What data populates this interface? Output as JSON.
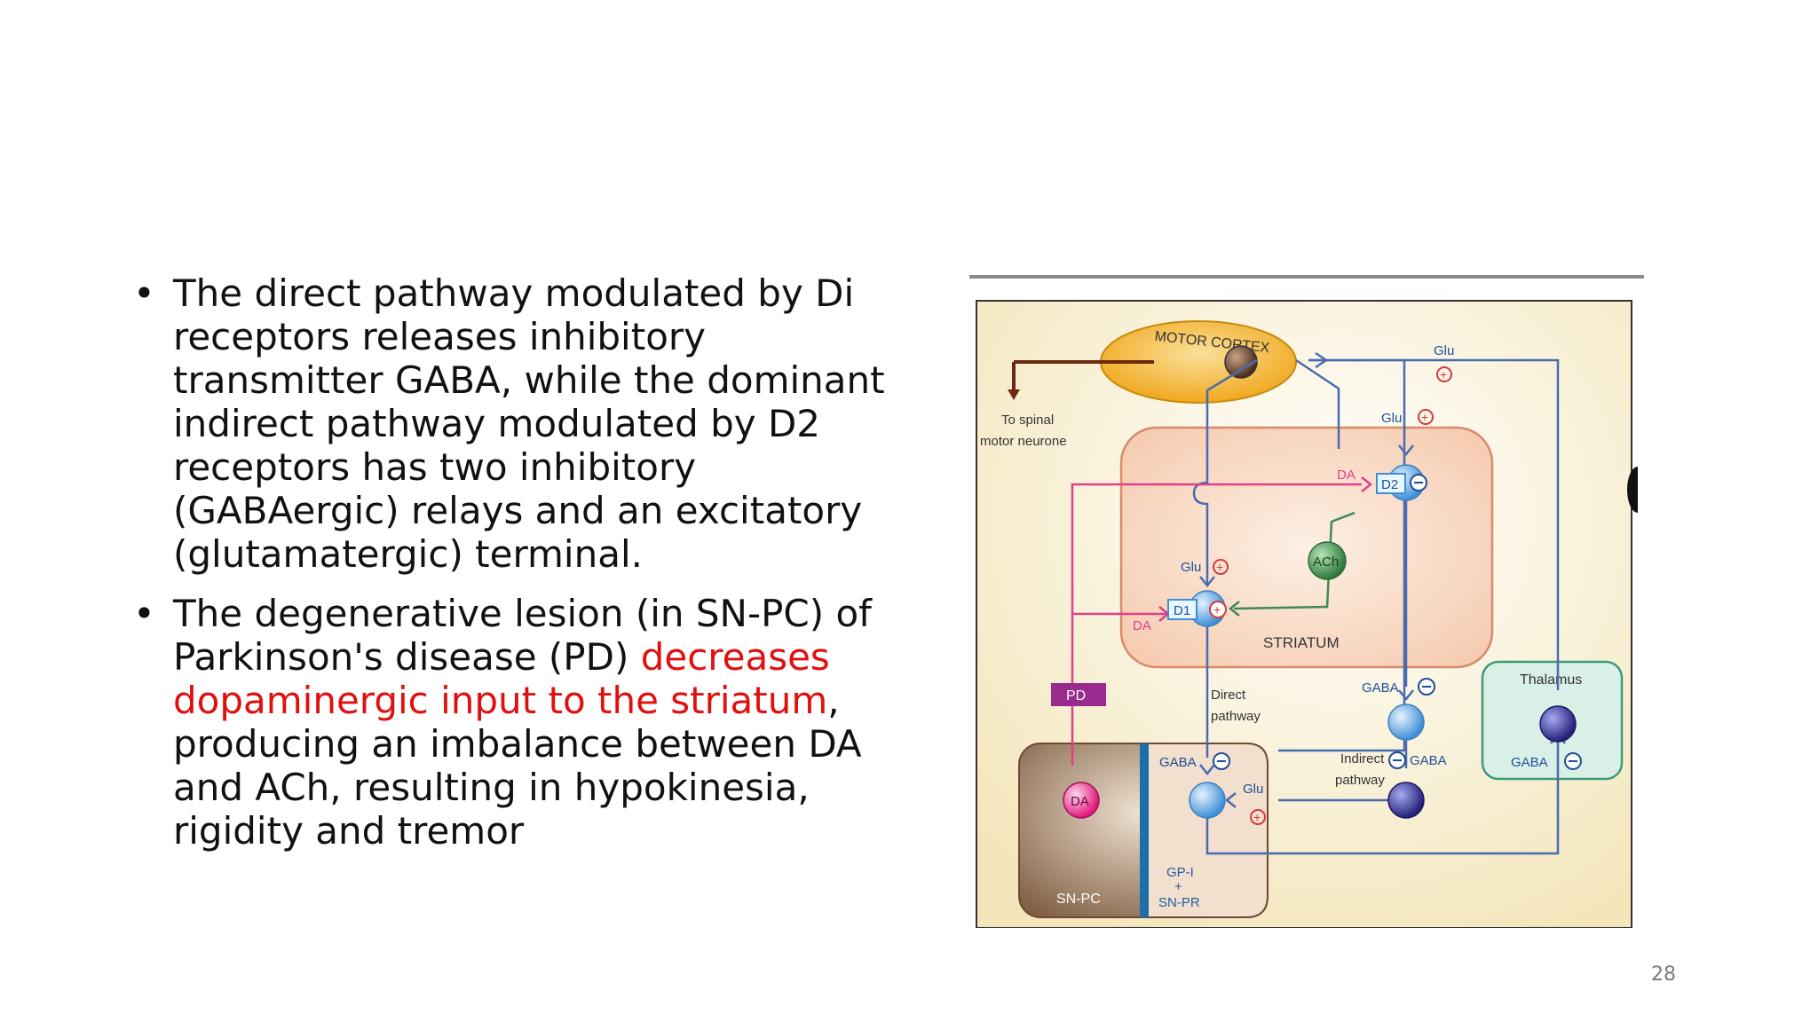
{
  "slide": {
    "bullets": [
      {
        "text_before": "The direct pathway modulated by Di receptors releases inhibitory transmitter GABA, while the dominant indirect pathway modulated by D2 receptors has two inhibitory (GABAergic) relays and an excitatory (glutamatergic) terminal.",
        "highlight": "",
        "text_after": ""
      },
      {
        "text_before": "The degenerative lesion (in SN-PC) of Parkinson's disease (PD) ",
        "highlight": "decreases dopaminergic input to the striatum",
        "text_after": ", producing an imbalance between DA and ACh, resulting in hypokinesia, rigidity and tremor"
      }
    ],
    "bullet_glyph": "•",
    "page_number": "28",
    "highlight_color": "#e01010"
  },
  "figure": {
    "labels": {
      "motor_cortex": "MOTOR CORTEX",
      "to_spinal_line1": "To spinal",
      "to_spinal_line2": "motor neurone",
      "glu": "Glu",
      "da": "DA",
      "d2": "D2",
      "d1": "D1",
      "ach": "ACh",
      "striatum": "STRIATUM",
      "pd": "PD",
      "direct_line1": "Direct",
      "direct_line2": "pathway",
      "indirect_line1": "Indirect",
      "indirect_line2": "pathway",
      "gaba": "GABA",
      "thalamus": "Thalamus",
      "sn_pc": "SN-PC",
      "gp_line1": "GP-I",
      "gp_line2": "+",
      "gp_line3": "SN-PR",
      "plus": "+",
      "minus": "−"
    },
    "colors": {
      "background": "#f8f1d4",
      "motor_cortex": "#f3b632",
      "striatum_fill": "#f7d5c2",
      "striatum_border": "#d88a6a",
      "thalamus_fill": "#d8f0e6",
      "thalamus_border": "#3d9a7a",
      "sn_box": "#8a6a4e",
      "blue_bar": "#1d6fa8",
      "pink_line": "#e0408a",
      "blue_line": "#4a6bb0",
      "green_line": "#3f8a5a",
      "pd_box": "#9b2a8e",
      "red_sign": "#d23c3c"
    }
  }
}
